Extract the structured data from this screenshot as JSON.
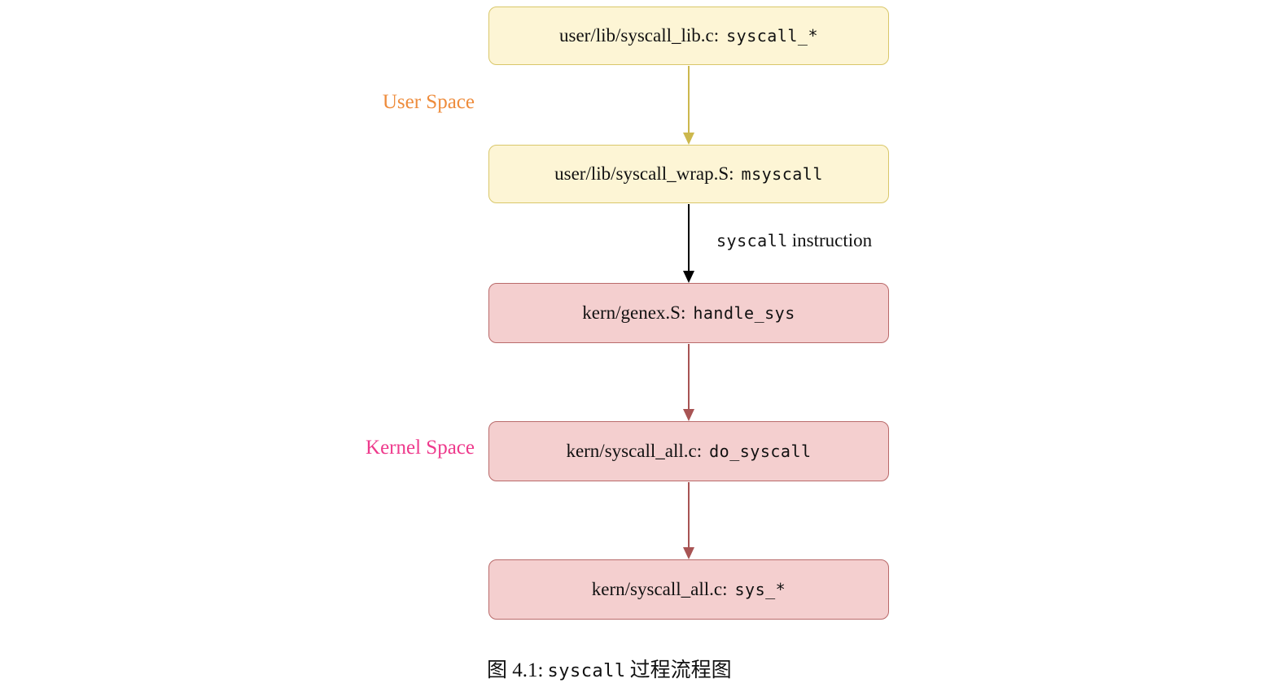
{
  "diagram": {
    "boxes": [
      {
        "file": "user/lib/syscall_lib.c:",
        "func": "syscall_*",
        "space": "user"
      },
      {
        "file": "user/lib/syscall_wrap.S:",
        "func": "msyscall",
        "space": "user"
      },
      {
        "file": "kern/genex.S:",
        "func": "handle_sys",
        "space": "kernel"
      },
      {
        "file": "kern/syscall_all.c:",
        "func": "do_syscall",
        "space": "kernel"
      },
      {
        "file": "kern/syscall_all.c:",
        "func": "sys_*",
        "space": "kernel"
      }
    ],
    "labels": {
      "user_space": "User Space",
      "kernel_space": "Kernel Space",
      "arrow_code": "syscall",
      "arrow_text": "instruction"
    },
    "caption": {
      "prefix": "图 4.1:",
      "code": "syscall",
      "suffix": "过程流程图"
    },
    "colors": {
      "user_box_fill": "#fdf5d5",
      "user_box_border": "#d9c76a",
      "kernel_box_fill": "#f4cfcf",
      "kernel_box_border": "#b96a6a",
      "user_space_label": "#ee8c3c",
      "kernel_space_label": "#ee3a8c",
      "arrow_user": "#ccb84e",
      "arrow_syscall": "#000000",
      "arrow_kernel": "#a85454"
    }
  }
}
